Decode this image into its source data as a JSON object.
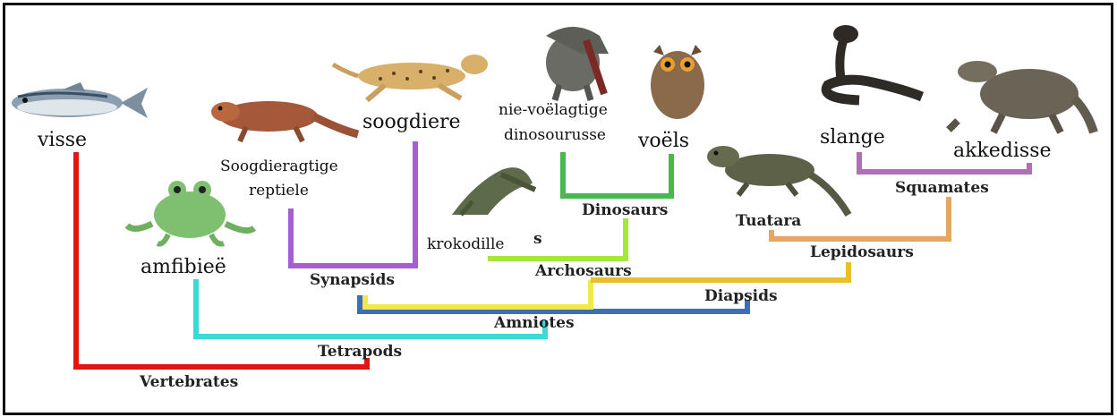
{
  "colors": {
    "vertebrates": "#e01515",
    "tetrapods": "#3dd8d8",
    "amniotes": "#3b6fb6",
    "diapsids": "#f2e84a",
    "synapsids": "#a55fd0",
    "archosaurs": "#e8c02a",
    "dinosaurs": "#4bb84b",
    "archo_inner": "#a6e83a",
    "lepidosaurs": "#e0a860",
    "squamates": "#b06fb2"
  },
  "taxa": {
    "fish": "visse",
    "amphibians": "amfibieë",
    "mammal_like_line1": "Soogdieragtige",
    "mammal_like_line2": "reptiele",
    "mammals": "soogdiere",
    "crocodiles": "krokodille",
    "non_avian_line1": "nie-voëlagtige",
    "non_avian_line2": "dinosourusse",
    "birds": "voëls",
    "snakes": "slange",
    "lizards": "akkedisse",
    "tuatara": "Tuatara"
  },
  "clades": {
    "vertebrates": "Vertebrates",
    "tetrapods": "Tetrapods",
    "amniotes": "Amniotes",
    "synapsids": "Synapsids",
    "diapsids": "Diapsids",
    "archosaurs": "Archosaurs",
    "dinosaurs": "Dinosaurs",
    "lepidosaurs": "Lepidosaurs",
    "squamates": "Squamates",
    "stray_s": "s"
  },
  "images": {
    "fish": "fish-image",
    "frog": "frog-image",
    "synapsid": "synapsid-reptile-image",
    "cheetah": "cheetah-image",
    "crocodile": "crocodile-image",
    "trex": "t-rex-image",
    "owl": "owl-image",
    "tuatara": "tuatara-image",
    "cobra": "cobra-image",
    "monitor": "monitor-lizard-image"
  }
}
